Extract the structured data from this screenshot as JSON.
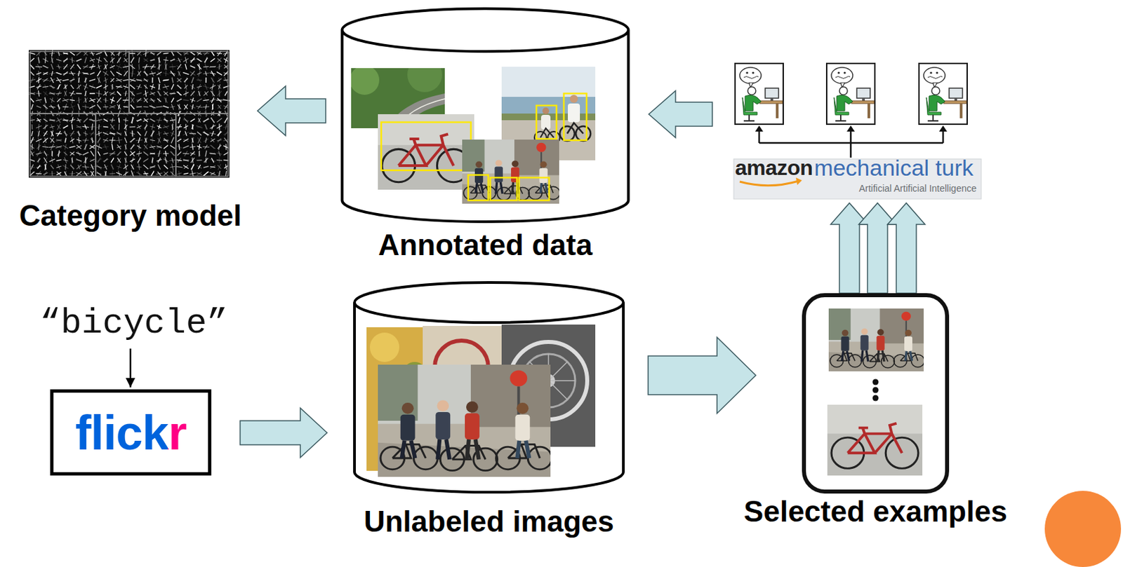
{
  "diagram": {
    "nodes": [
      {
        "text": [
          "Category model"
        ]
      },
      {
        "text": [
          "Annotated data"
        ]
      },
      {
        "text": [
          "amazon",
          "mechanical turk",
          "Artificial Artificial Intelligence"
        ]
      },
      {
        "text": [
          "“bicycle”"
        ]
      },
      {
        "text": [
          "flickr"
        ]
      },
      {
        "text": [
          "Unlabeled images"
        ]
      },
      {
        "text": [
          "Selected examples"
        ]
      }
    ],
    "edges": [
      {
        "from": 3,
        "to": 4,
        "arrow": "to"
      },
      {
        "from": 4,
        "to": 5,
        "arrow": "to"
      },
      {
        "from": 5,
        "to": 6,
        "arrow": "to"
      },
      {
        "from": 6,
        "to": 2,
        "arrow": "to"
      },
      {
        "from": 6,
        "to": 2,
        "arrow": "to"
      },
      {
        "from": 6,
        "to": 2,
        "arrow": "to"
      },
      {
        "from": 2,
        "to": 1,
        "arrow": "to"
      },
      {
        "from": 1,
        "to": 0,
        "arrow": "to"
      }
    ]
  }
}
